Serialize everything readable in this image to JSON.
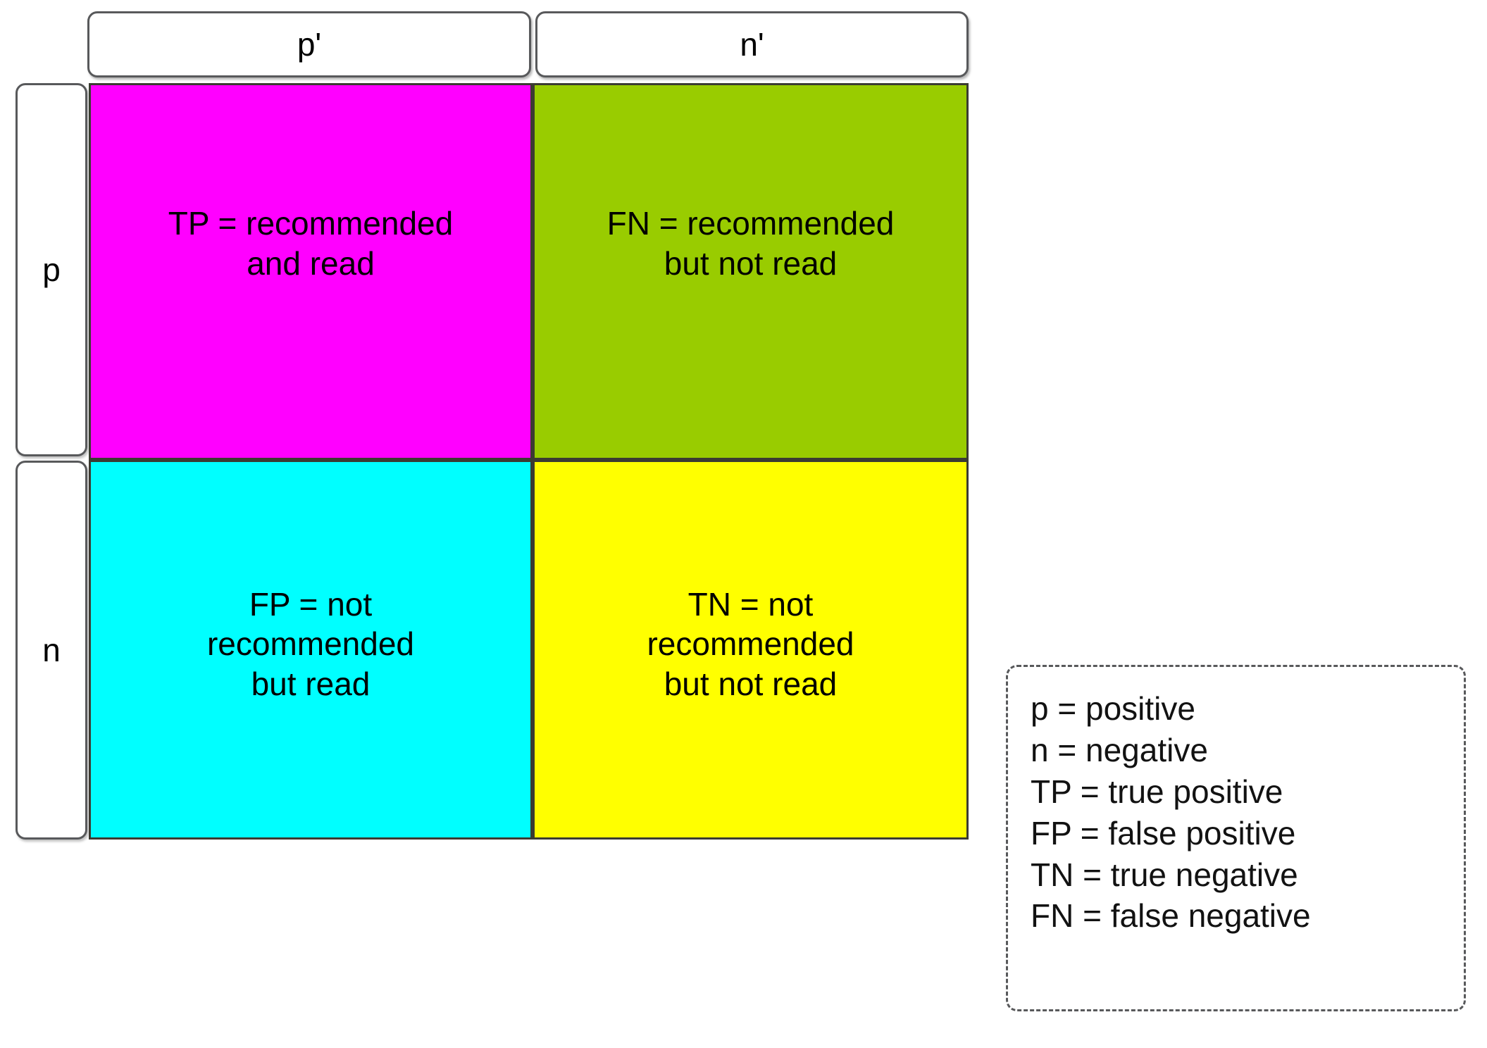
{
  "figure": {
    "type": "confusion-matrix",
    "column_headers": [
      "p'",
      "n'"
    ],
    "row_headers": [
      "p",
      "n"
    ],
    "cells": [
      {
        "id": "TP",
        "abbr": "TP",
        "label": "TP = recommended\nand read",
        "color": "#ff00ff",
        "row": "p",
        "column": "p'"
      },
      {
        "id": "FN",
        "abbr": "FN",
        "label": "FN = recommended\nbut not read",
        "color": "#99cc00",
        "row": "p",
        "column": "n'"
      },
      {
        "id": "FP",
        "abbr": "FP",
        "label": "FP = not\nrecommended\nbut read",
        "color": "#00ffff",
        "row": "n",
        "column": "p'"
      },
      {
        "id": "TN",
        "abbr": "TN",
        "label": "TN = not\nrecommended\nbut not read",
        "color": "#ffff00",
        "row": "n",
        "column": "n'"
      }
    ]
  },
  "legend": {
    "lines": [
      "p = positive",
      "n = negative",
      "TP = true positive",
      "FP = false positive",
      "TN = true negative",
      "FN = false negative"
    ]
  },
  "colors": {
    "true_positive": "#ff00ff",
    "false_negative": "#99cc00",
    "false_positive": "#00ffff",
    "true_negative": "#ffff00",
    "header_border": "#58595b",
    "cell_border": "#3b3b32",
    "text": "#000000"
  }
}
